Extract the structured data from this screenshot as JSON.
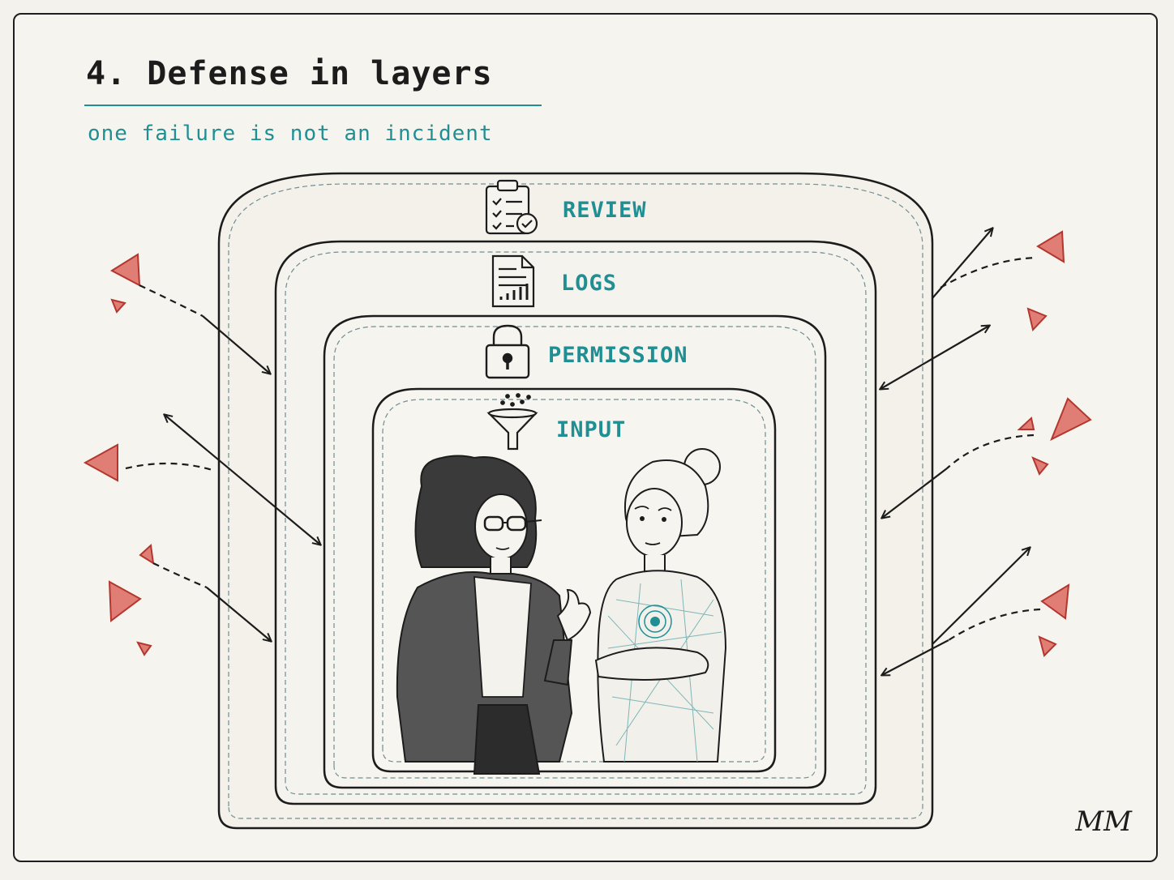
{
  "title": "4. Defense in layers",
  "subtitle": "one failure is not an incident",
  "layers": [
    {
      "label": "REVIEW",
      "icon": "clipboard-check-icon"
    },
    {
      "label": "LOGS",
      "icon": "document-chart-icon"
    },
    {
      "label": "PERMISSION",
      "icon": "padlock-icon"
    },
    {
      "label": "INPUT",
      "icon": "funnel-icon"
    }
  ],
  "signature": "MM",
  "colors": {
    "accent": "#1f8f94",
    "ink": "#1c1c1c",
    "threat": "#d9534f",
    "paper": "#f6f4ee"
  }
}
